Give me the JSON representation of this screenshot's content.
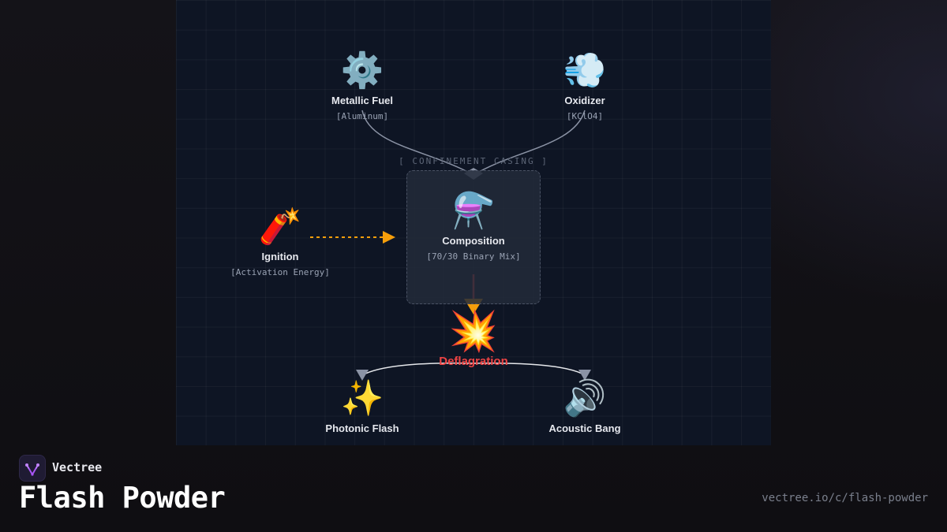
{
  "diagram": {
    "casing_label": "[ CONFINEMENT CASING ]",
    "nodes": {
      "fuel": {
        "icon": "gear-icon",
        "emoji": "⚙️",
        "label": "Metallic Fuel",
        "sub": "[Aluminum]"
      },
      "oxidizer": {
        "icon": "wind-icon",
        "emoji": "💨",
        "label": "Oxidizer",
        "sub": "[KClO4]"
      },
      "ignition": {
        "icon": "firecracker-icon",
        "emoji": "🧨",
        "label": "Ignition",
        "sub": "[Activation Energy]"
      },
      "composition": {
        "icon": "flask-icon",
        "emoji": "⚗️",
        "label": "Composition",
        "sub": "[70/30 Binary Mix]"
      },
      "deflagration": {
        "icon": "explosion-icon",
        "emoji": "💥",
        "label": "Deflagration"
      },
      "flash": {
        "icon": "sparkles-icon",
        "emoji": "✨",
        "label": "Photonic Flash"
      },
      "bang": {
        "icon": "speaker-icon",
        "emoji": "🔊",
        "label": "Acoustic Bang"
      }
    },
    "colors": {
      "ignition_arrow": "#f59e0b",
      "reaction_arrow": "#ef4444",
      "deflagration_text": "#ef4444",
      "feed_lines": "#8b93a5",
      "output_lines": "#e5e7eb"
    }
  },
  "footer": {
    "brand": "Vectree",
    "logo_icon": "vectree-logo-icon",
    "title": "Flash Powder",
    "url": "vectree.io/c/flash-powder"
  }
}
